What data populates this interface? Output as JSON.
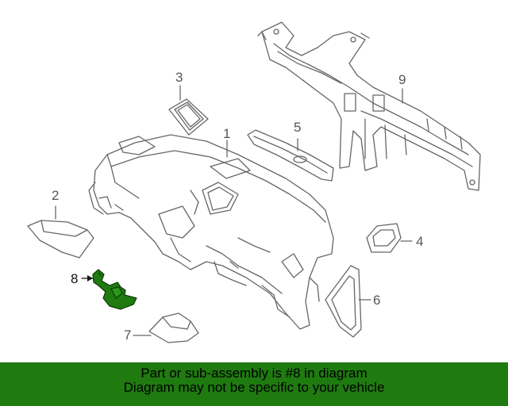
{
  "callouts": {
    "c1": "1",
    "c2": "2",
    "c3": "3",
    "c4": "4",
    "c5": "5",
    "c6": "6",
    "c7": "7",
    "c8": "8",
    "c9": "9"
  },
  "banner": {
    "line1": "Part or sub-assembly is #8 in diagram",
    "line2": "Diagram may not be specific to your vehicle"
  },
  "colors": {
    "highlight": "#1f7a10",
    "line": "#666666",
    "banner_bg": "#1f7a10"
  },
  "highlighted_part": "8"
}
